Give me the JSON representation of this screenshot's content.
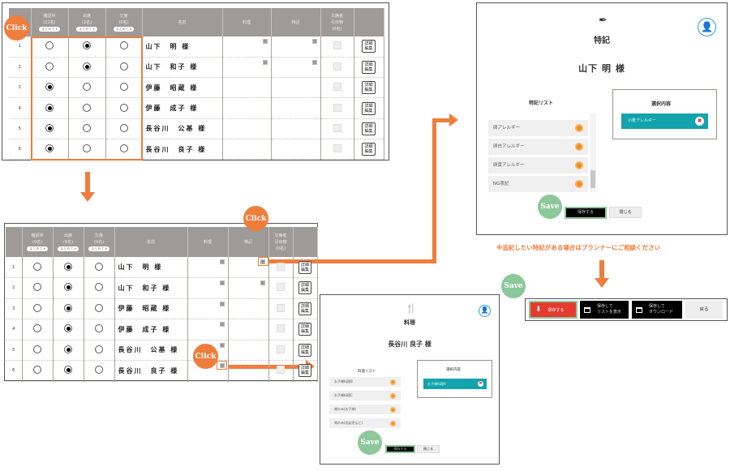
{
  "colors": {
    "accent": "#ef7d3c",
    "save": "#8cc89a",
    "teal": "#12a3ad",
    "header": "#9d9a98"
  },
  "table_headers": {
    "no": "",
    "confirming": "確認中",
    "attend": "出席",
    "absent": "欠席",
    "name": "名前",
    "meal": "料理",
    "notes": "特記",
    "gift": "欠席者\n引出物",
    "detail": "",
    "bulk": "まとめて ▾"
  },
  "table1": {
    "counts": {
      "confirming": "(12名)",
      "attend": "(2名)",
      "absent": "(0名)",
      "gift": "(0名)"
    },
    "rows": [
      {
        "no": "1",
        "name": "山下　明 様",
        "status": "attend",
        "meal_memo": true,
        "notes_memo": true
      },
      {
        "no": "2",
        "name": "山下　和子 様",
        "status": "attend",
        "meal_memo": true,
        "notes_memo": true
      },
      {
        "no": "3",
        "name": "伊藤　昭蔵 様",
        "status": "confirming",
        "meal_memo": false,
        "notes_memo": false
      },
      {
        "no": "4",
        "name": "伊藤　成子 様",
        "status": "confirming",
        "meal_memo": false,
        "notes_memo": false
      },
      {
        "no": "5",
        "name": "長谷川　公基 様",
        "status": "confirming",
        "meal_memo": false,
        "notes_memo": false
      },
      {
        "no": "6",
        "name": "長谷川　良子 様",
        "status": "confirming",
        "meal_memo": false,
        "notes_memo": false
      }
    ]
  },
  "table2": {
    "counts": {
      "confirming": "(0名)",
      "attend": "(6名)",
      "absent": "(0名)",
      "gift": "(0名)"
    },
    "rows": [
      {
        "no": "1",
        "name": "山下　明 様",
        "status": "attend",
        "meal_memo": true,
        "notes_memo": true
      },
      {
        "no": "2",
        "name": "山下　和子 様",
        "status": "attend",
        "meal_memo": true,
        "notes_memo": true
      },
      {
        "no": "3",
        "name": "伊藤　昭蔵 様",
        "status": "attend",
        "meal_memo": true,
        "notes_memo": false
      },
      {
        "no": "4",
        "name": "伊藤　成子 様",
        "status": "attend",
        "meal_memo": true,
        "notes_memo": false
      },
      {
        "no": "5",
        "name": "長谷川　公基 様",
        "status": "attend",
        "meal_memo": true,
        "notes_memo": false
      },
      {
        "no": "6",
        "name": "長谷川　良子 様",
        "status": "attend",
        "meal_memo": true,
        "notes_memo": false
      }
    ]
  },
  "detail_label": "詳細\n編集",
  "badges": {
    "click": "Click",
    "save": "Save"
  },
  "meal_modal": {
    "title": "料理",
    "guest": "長谷川 良子 様",
    "list_title": "料理リスト",
    "list": [
      "お子様料理B",
      "お子様料理C",
      "席のみ(お子様)",
      "席のみ(乳幼児など)"
    ],
    "selected_title": "選択内容",
    "selected": [
      "お子様料理A"
    ],
    "save": "保存する",
    "close": "閉じる"
  },
  "notes_modal": {
    "title": "特記",
    "guest": "山下 明 様",
    "list_title": "特記リスト",
    "list": [
      "卵アレルギー",
      "卵白アレルギー",
      "卵黄アレルギー",
      "NG表記"
    ],
    "selected_title": "選択内容",
    "selected": [
      "小麦アレルギー"
    ],
    "save": "保存する",
    "close": "閉じる"
  },
  "note": "※追記したい特記がある場合はプランナーにご相談ください",
  "footer_bar": {
    "save": "保存する",
    "save_show_list": "保存して\nリストを表示",
    "save_download": "保存して\nダウンロード",
    "back": "戻る"
  }
}
